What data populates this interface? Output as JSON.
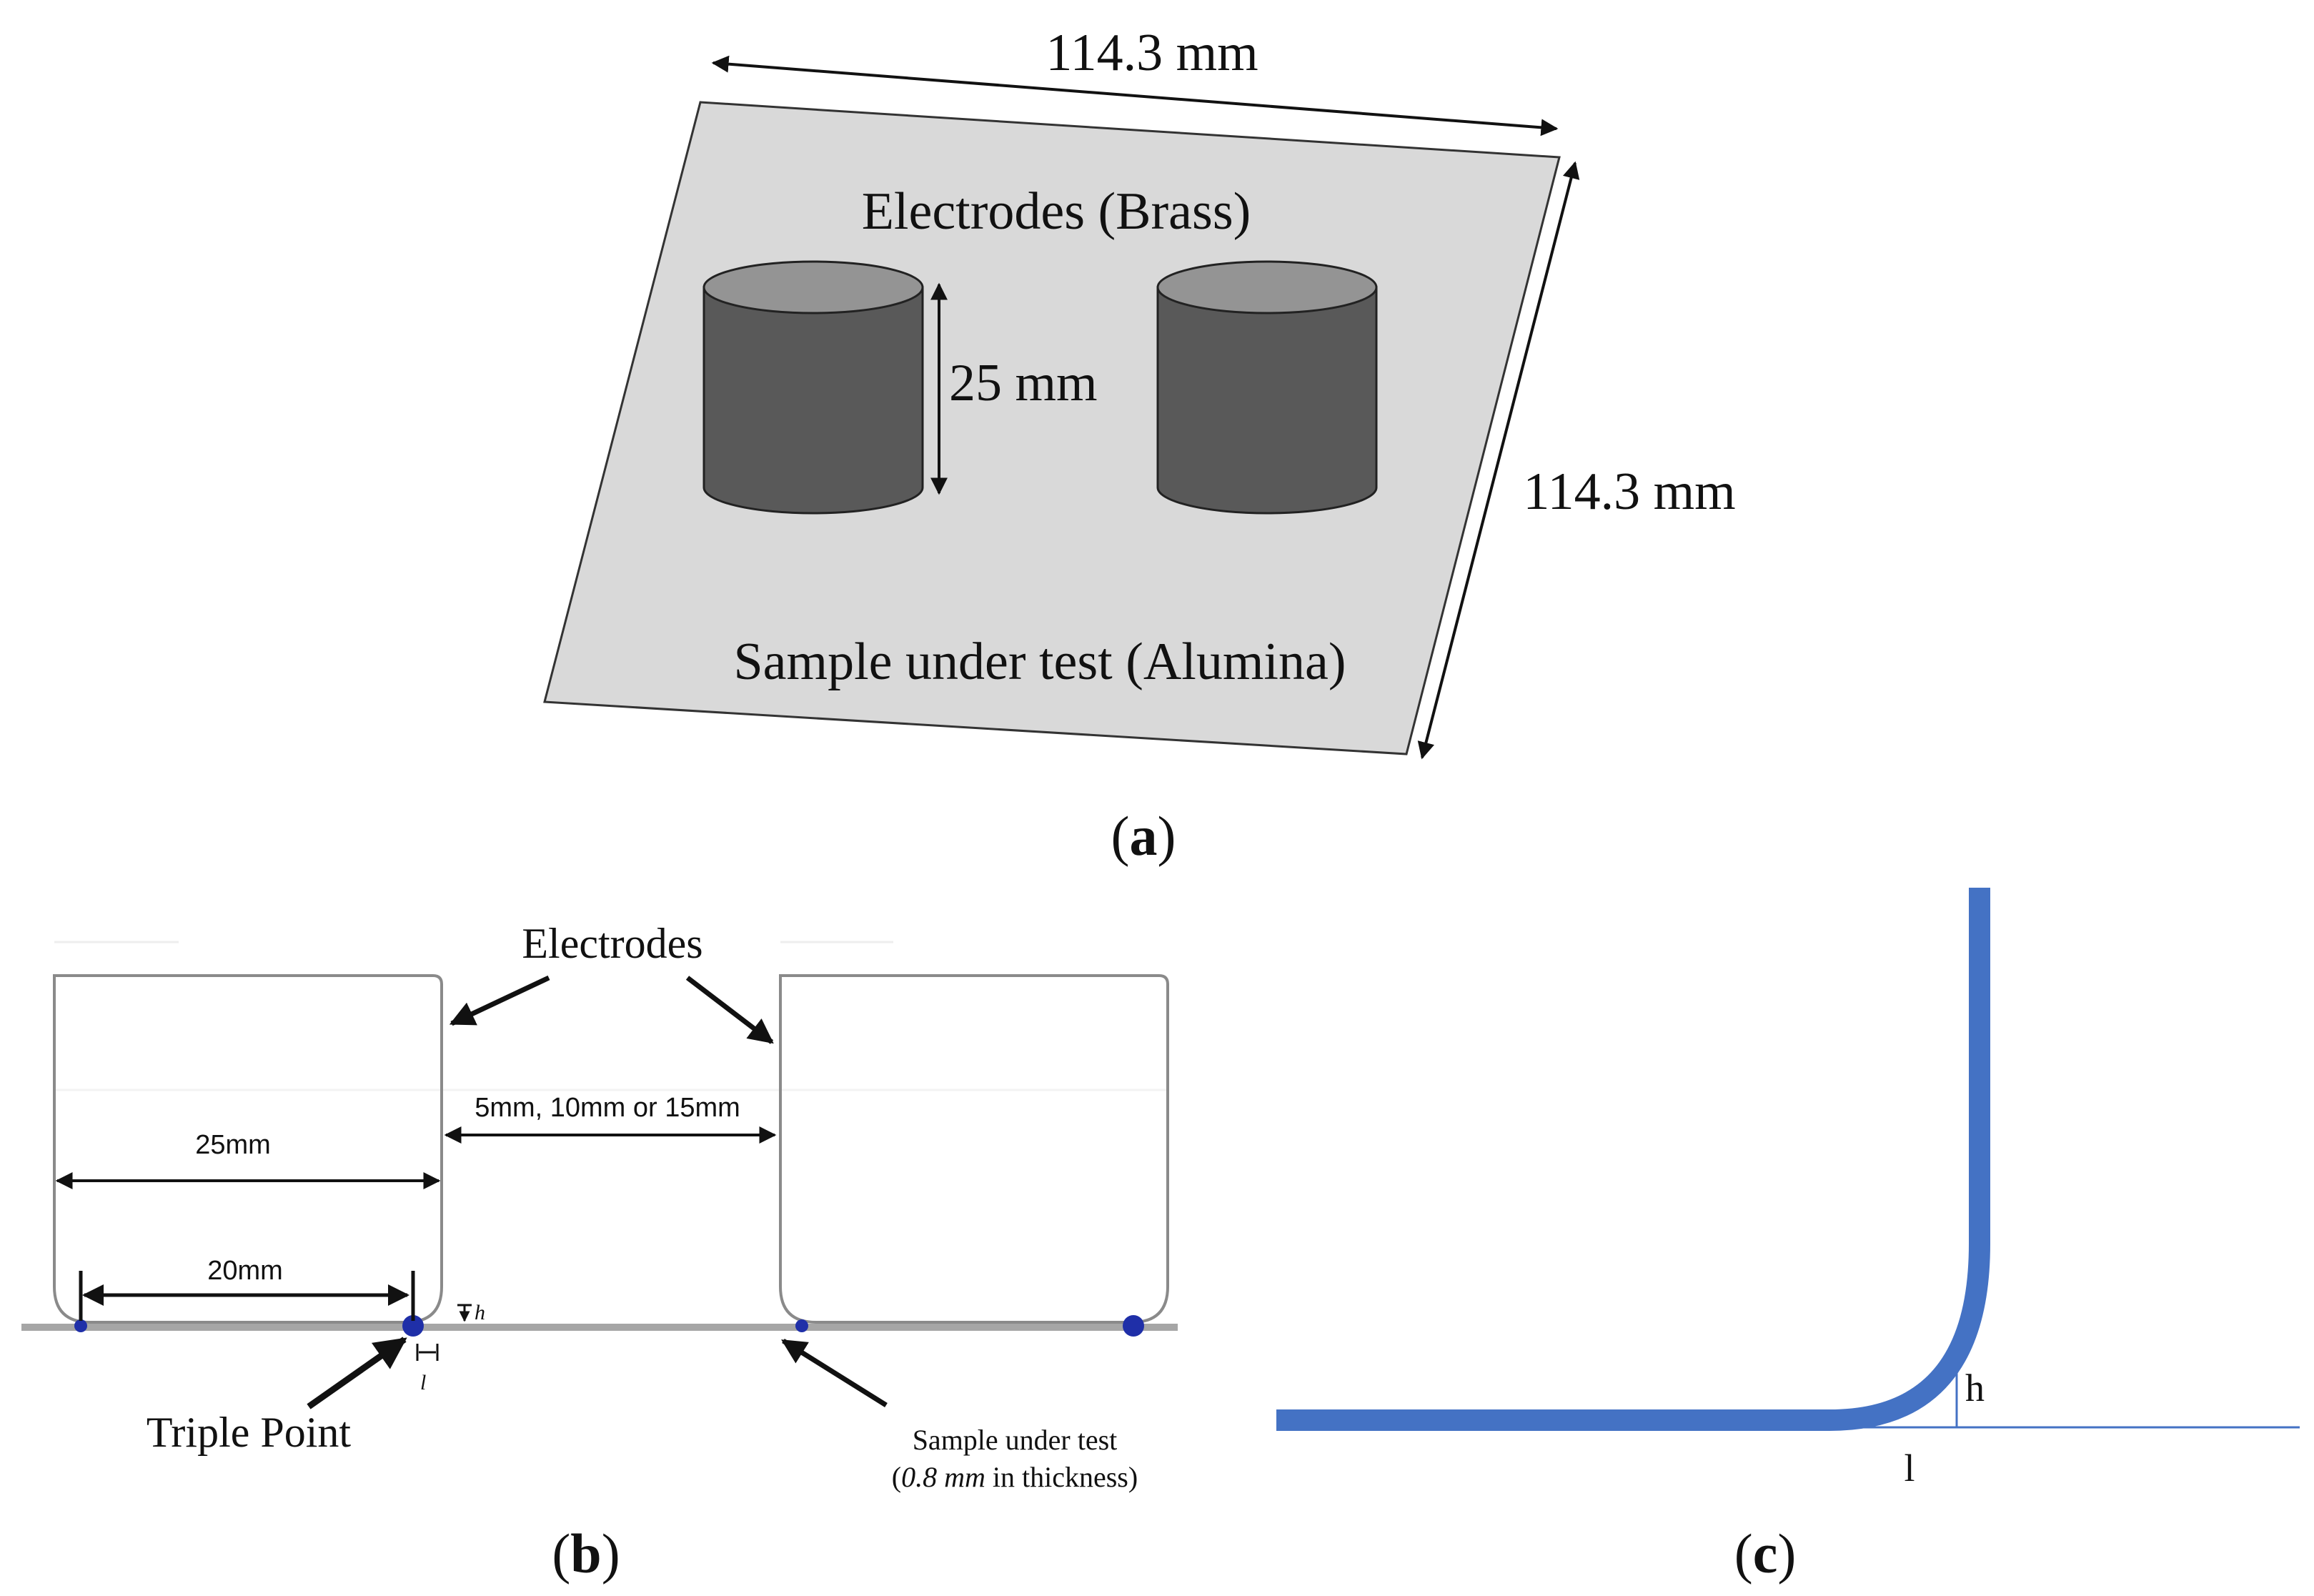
{
  "panel_a": {
    "caption": "(a)",
    "caption_letter": "a",
    "width_dim": "114.3 mm",
    "depth_dim": "114.3 mm",
    "height_dim": "25 mm",
    "electrodes_label": "Electrodes (Brass)",
    "sample_label": "Sample under test (Alumina)"
  },
  "panel_b": {
    "caption": "(b)",
    "caption_letter": "b",
    "electrodes_label": "Electrodes",
    "gap_label": "5mm, 10mm or 15mm",
    "width_25_label": "25mm",
    "width_20_label": "20mm",
    "h_label": "h",
    "l_label": "l",
    "triple_point_label": "Triple Point",
    "sample_label_line1": "Sample under test",
    "sample_label_thickness": "0.8 mm",
    "sample_label_rest": " in thickness)",
    "sample_label_open": "("
  },
  "panel_c": {
    "caption": "(c)",
    "caption_letter": "c",
    "h_label": "h",
    "l_label": "l"
  },
  "colors": {
    "plate": "#d9d9d9",
    "cylinder_body": "#595959",
    "cylinder_top": "#949494",
    "triple_point_dot": "#1f2fa8",
    "curve_blue": "#4472c4"
  }
}
